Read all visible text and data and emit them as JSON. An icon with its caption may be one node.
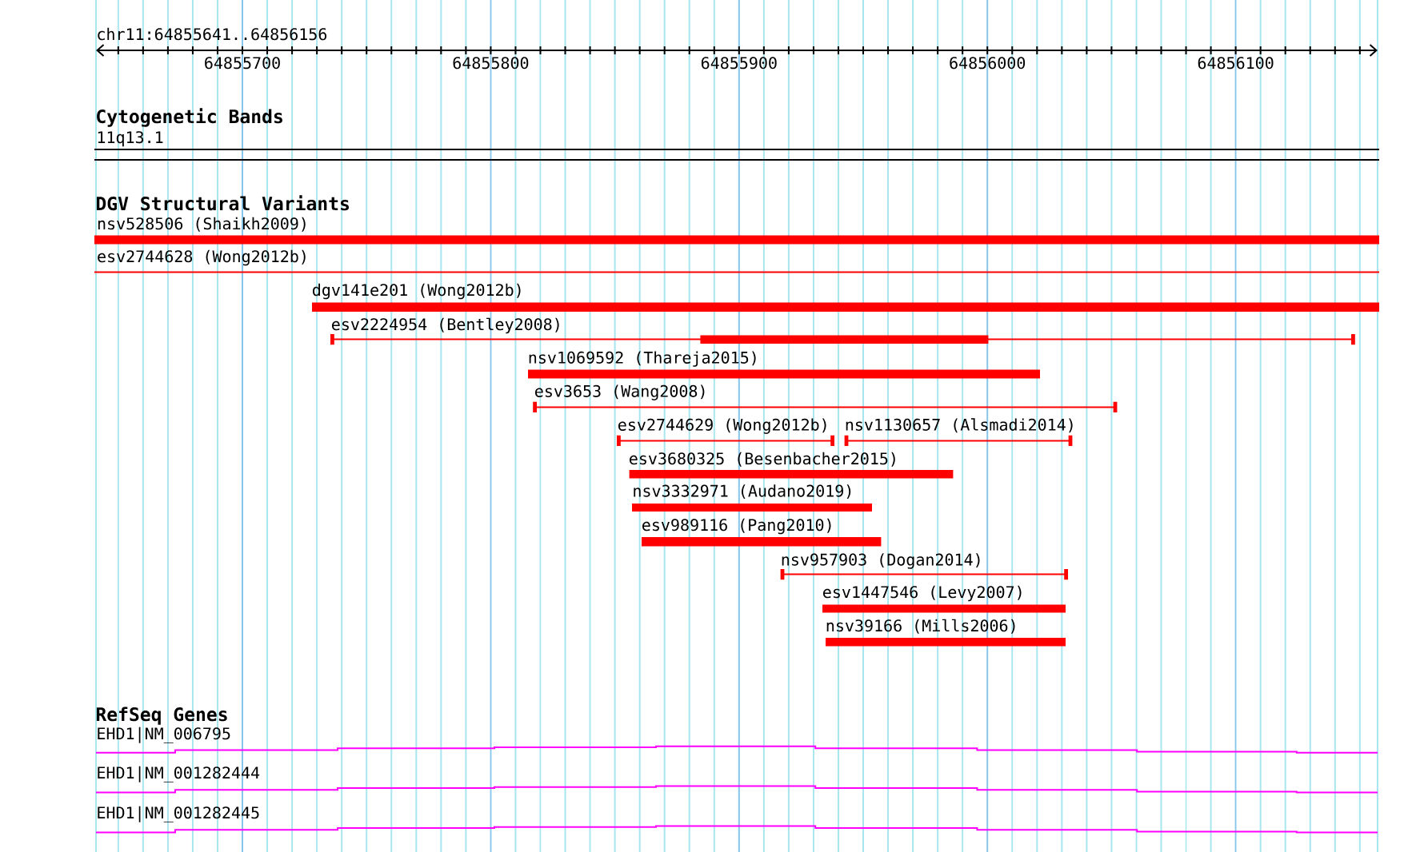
{
  "diagram": {
    "nodes": [
      {
        "text": [
          "11q13.1"
        ]
      },
      {
        "text": [
          "nsv528506 (Shaikh2009)"
        ]
      },
      {
        "text": [
          "esv2744628 (Wong2012b)"
        ]
      },
      {
        "text": [
          "dgv141e201 (Wong2012b)"
        ]
      },
      {
        "text": [
          "esv2224954 (Bentley2008)"
        ]
      },
      {
        "text": [
          "nsv1069592 (Thareja2015)"
        ]
      },
      {
        "text": [
          "esv3653 (Wang2008)"
        ]
      },
      {
        "text": [
          "esv2744629 (Wong2012b)"
        ]
      },
      {
        "text": [
          "nsv1130657 (Alsmadi2014)"
        ]
      },
      {
        "text": [
          "esv3680325 (Besenbacher2015)"
        ]
      },
      {
        "text": [
          "nsv3332971 (Audano2019)"
        ]
      },
      {
        "text": [
          "esv989116 (Pang2010)"
        ]
      },
      {
        "text": [
          "nsv957903 (Dogan2014)"
        ]
      },
      {
        "text": [
          "esv1447546 (Levy2007)"
        ]
      },
      {
        "text": [
          "nsv39166 (Mills2006)"
        ]
      },
      {
        "text": [
          "EHD1|NM_006795"
        ]
      },
      {
        "text": [
          "EHD1|NM_001282444"
        ]
      },
      {
        "text": [
          "EHD1|NM_001282445"
        ]
      }
    ],
    "labels": [
      "chr11:64855641..64856156",
      "64855700",
      "64855800",
      "64855900",
      "64856000",
      "64856100",
      "Cytogenetic Bands",
      "DGV Structural Variants",
      "RefSeq Genes"
    ]
  }
}
